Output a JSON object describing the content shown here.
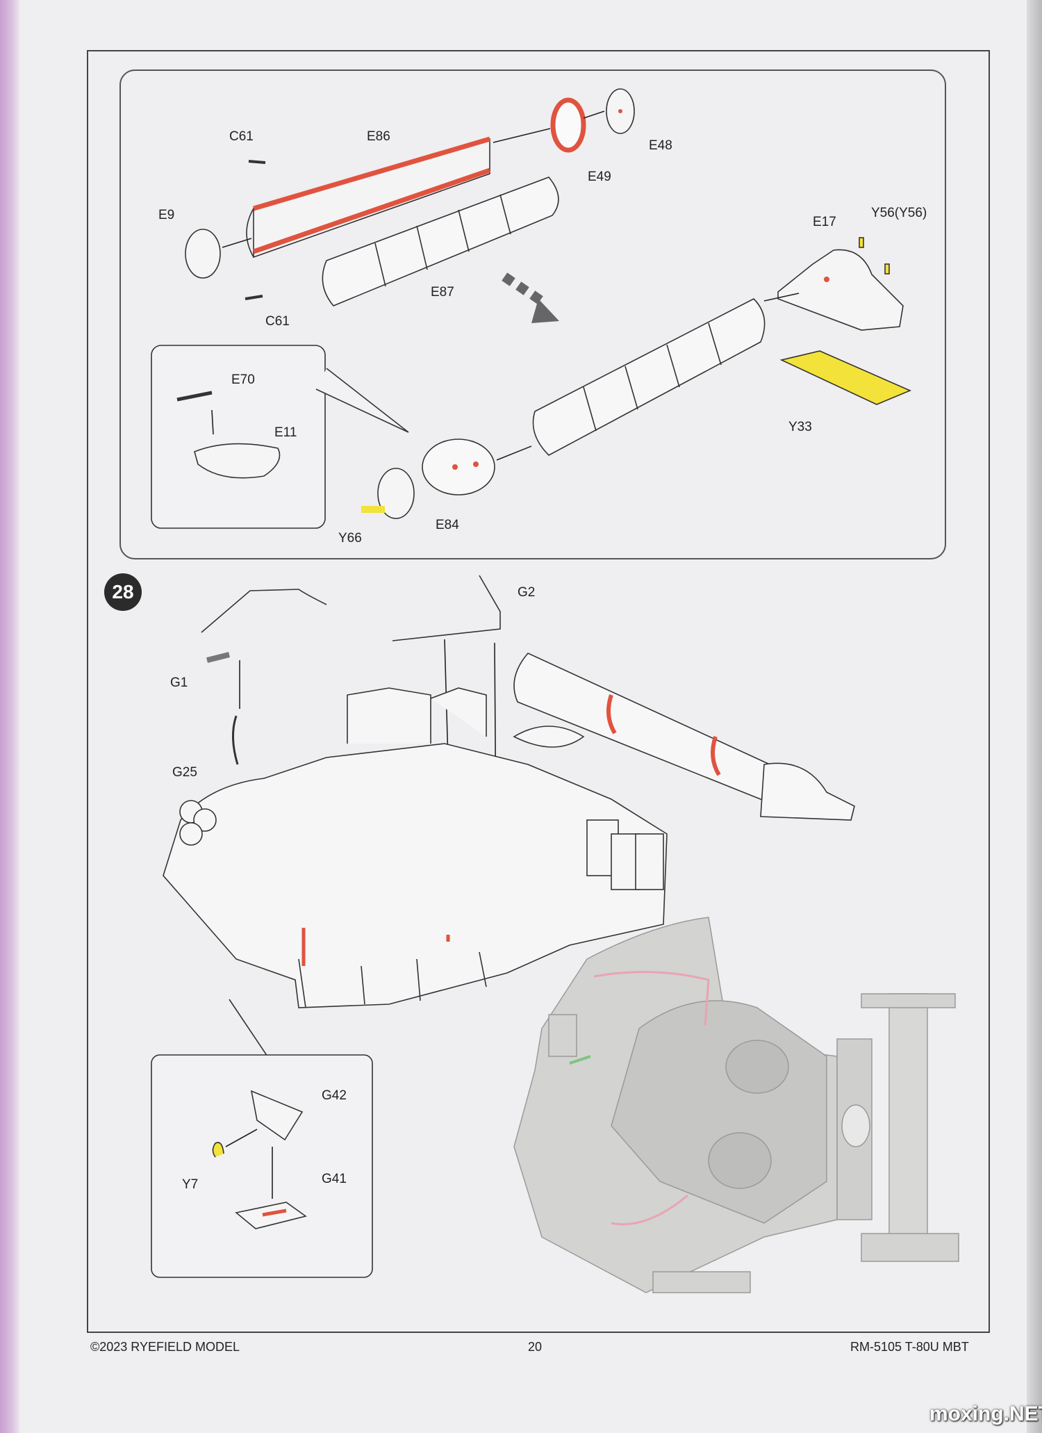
{
  "step_number": "28",
  "parts": {
    "c61_top": "C61",
    "e86": "E86",
    "e9": "E9",
    "c61_bottom": "C61",
    "e87": "E87",
    "e49": "E49",
    "e48": "E48",
    "e17": "E17",
    "y56": "Y56(Y56)",
    "y33": "Y33",
    "e70": "E70",
    "e11": "E11",
    "y66": "Y66",
    "e84": "E84",
    "g2": "G2",
    "g1": "G1",
    "g25": "G25",
    "g42": "G42",
    "y7": "Y7",
    "g41": "G41"
  },
  "footer": {
    "copyright": "©2023 RYEFIELD MODEL",
    "page_number": "20",
    "product": "RM-5105 T-80U MBT"
  },
  "watermark": "moxing.NET",
  "colors": {
    "highlight_red": "#e0533f",
    "highlight_yellow": "#f3e23a",
    "render_gray": "#d3d3d1"
  }
}
